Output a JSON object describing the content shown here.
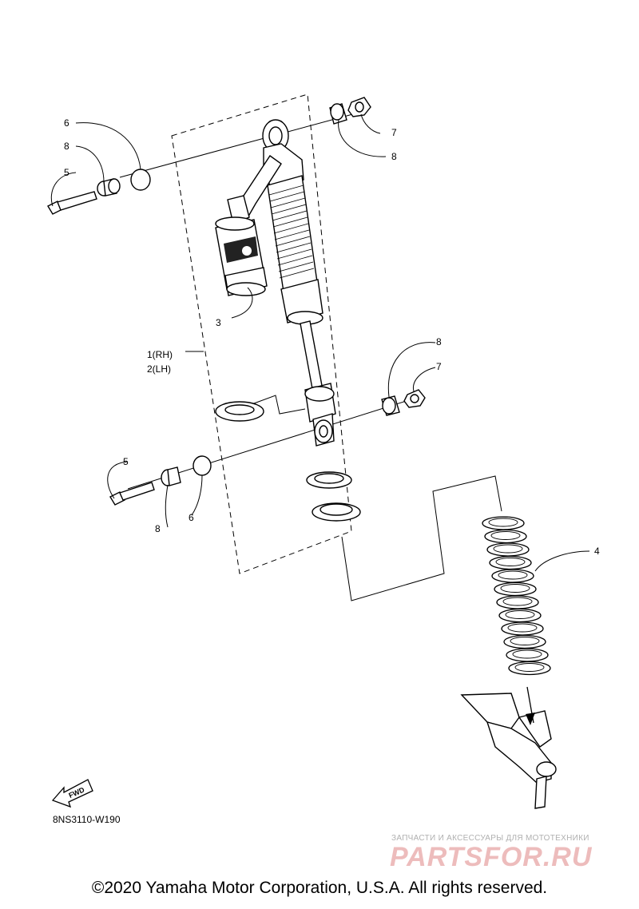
{
  "callouts": {
    "c1": "1(RH)",
    "c2": "2(LH)",
    "c3": "3",
    "c4": "4",
    "c5_top": "5",
    "c5_bot": "5",
    "c6_top": "6",
    "c6_bot": "6",
    "c7_top": "7",
    "c7_mid": "7",
    "c8_top_left": "8",
    "c8_top_right": "8",
    "c8_mid": "8",
    "c8_bot": "8"
  },
  "fwd_label": "FWD",
  "diagram_code": "8NS3110-W190",
  "watermark": {
    "tagline": "ЗАПЧАСТИ И АКСЕССУАРЫ ДЛЯ МОТОТЕХНИКИ",
    "brand": "PARTSFOR.RU"
  },
  "copyright": "©2020 Yamaha Motor Corporation, U.S.A. All rights reserved."
}
